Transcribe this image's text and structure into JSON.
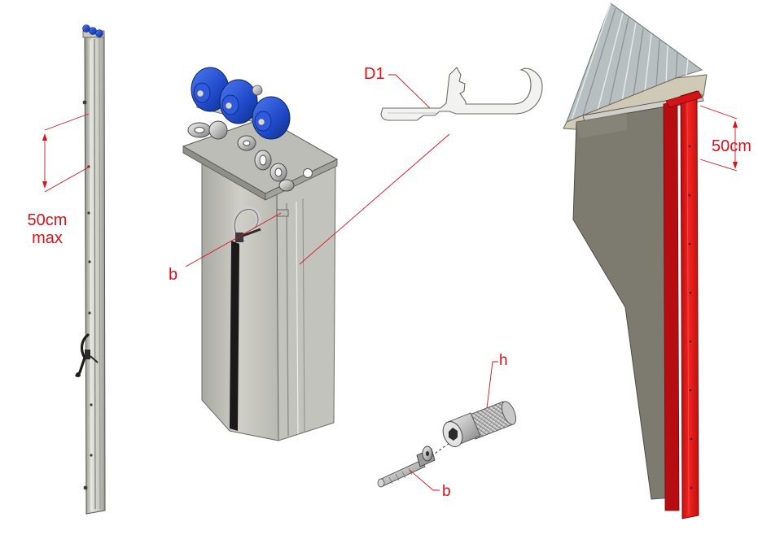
{
  "labels": {
    "left_dimension_line1": "50cm",
    "left_dimension_line2": "max",
    "carriage_label_b": "b",
    "profile_label_d1": "D1",
    "bolt_label_h": "h",
    "bolt_label_b": "b",
    "right_dimension": "50cm"
  },
  "colors": {
    "annotation_red": "#d9121b",
    "roller_blue": "#1f49c9",
    "curtain_red": "#e8161b",
    "curtain_grey": "#7d7a70",
    "roof_grey": "#b7bfc1",
    "rail_grey": "#cfcfc9"
  }
}
